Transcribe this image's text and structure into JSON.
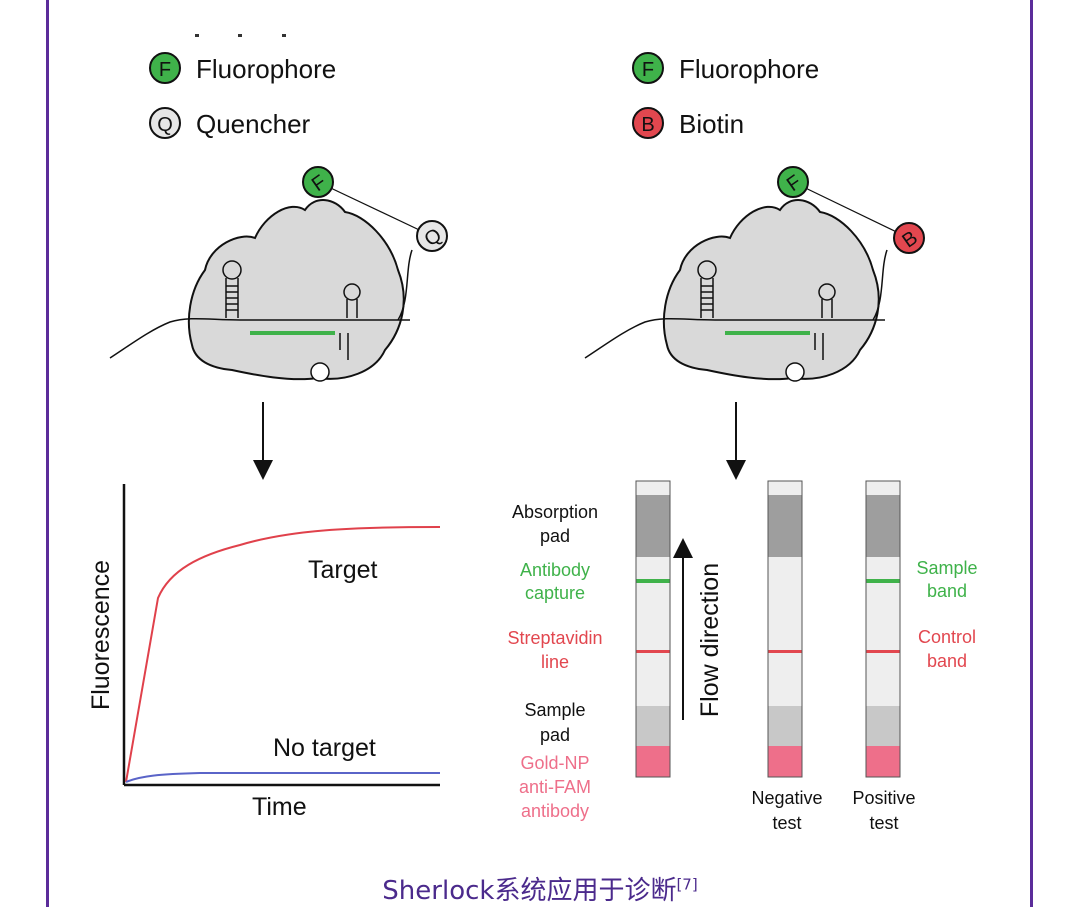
{
  "legend_left": [
    {
      "symbol": "F",
      "label": "Fluorophore",
      "color": "#3fb24a"
    },
    {
      "symbol": "Q",
      "label": "Quencher",
      "color": "#e6e6e6"
    }
  ],
  "legend_right": [
    {
      "symbol": "F",
      "label": "Fluorophore",
      "color": "#3fb24a"
    },
    {
      "symbol": "B",
      "label": "Biotin",
      "color": "#e2474f"
    }
  ],
  "reporter_left": {
    "f": "F",
    "q": "Q"
  },
  "reporter_right": {
    "f": "F",
    "b": "B"
  },
  "plot": {
    "ylabel": "Fluorescence",
    "xlabel": "Time",
    "target_label": "Target",
    "no_target_label": "No target",
    "target_color": "#e0414b",
    "no_target_color": "#5a64c8"
  },
  "strip": {
    "labels": {
      "absorption_pad": [
        "Absorption",
        "pad"
      ],
      "antibody_capture": [
        "Antibody",
        "capture"
      ],
      "streptavidin_line": [
        "Streptavidin",
        "line"
      ],
      "sample_pad": [
        "Sample",
        "pad"
      ],
      "gold_np": [
        "Gold-NP",
        "anti-FAM",
        "antibody"
      ]
    },
    "flow_direction": "Flow direction",
    "negative_test": [
      "Negative",
      "test"
    ],
    "positive_test": [
      "Positive",
      "test"
    ],
    "sample_band": [
      "Sample",
      "band"
    ],
    "control_band": [
      "Control",
      "band"
    ],
    "colors": {
      "green": "#3fb24a",
      "red": "#e2474f",
      "pink": "#ee6f8a",
      "black": "#111111"
    }
  },
  "caption": {
    "text": "Sherlock系统应用于诊断",
    "ref": "[7]"
  }
}
